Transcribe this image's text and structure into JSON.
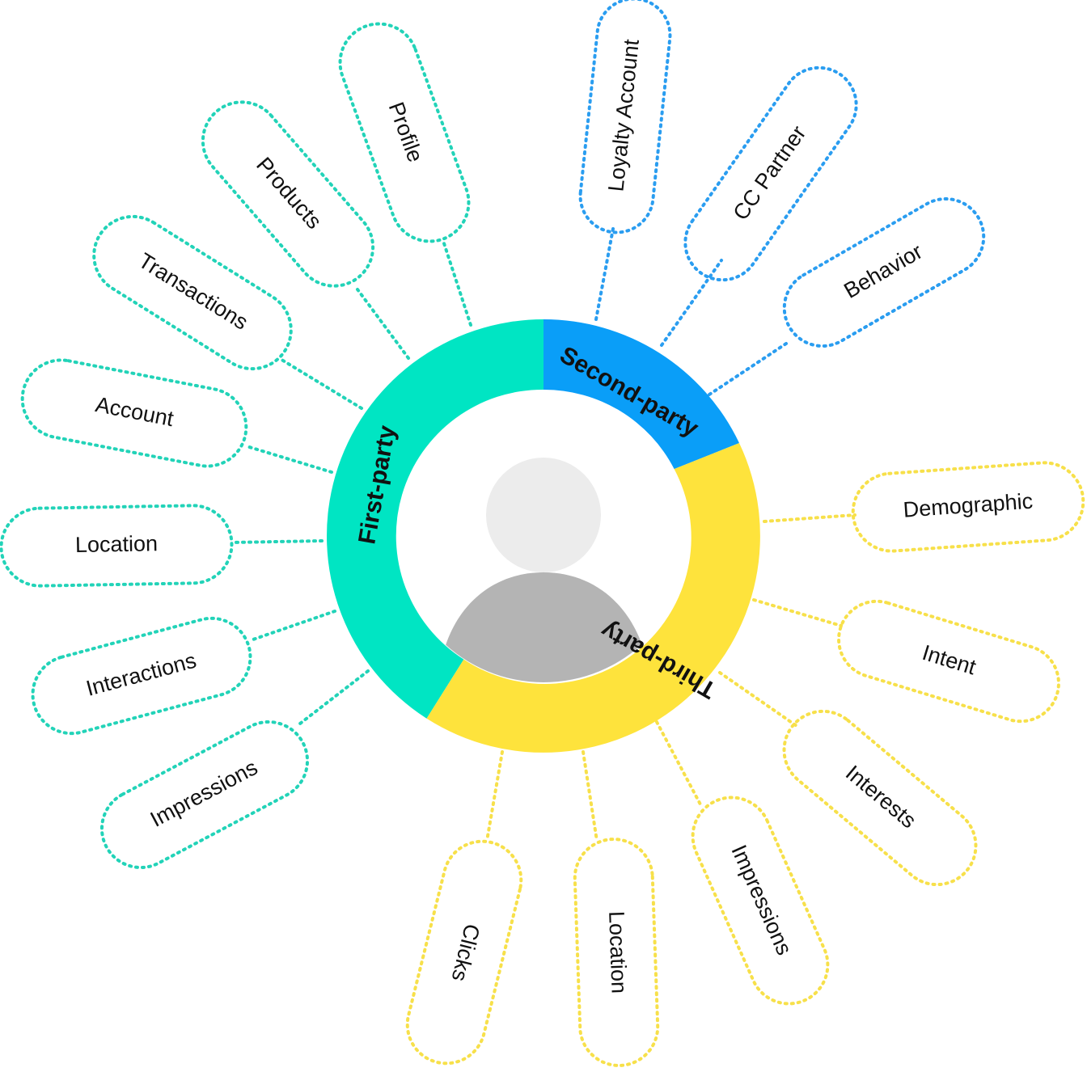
{
  "colors": {
    "first": "#00e5c3",
    "second": "#0a9ef8",
    "third": "#fee33c",
    "pill_first": "#22d3b8",
    "pill_second": "#2a9df0",
    "pill_third": "#f7e04a",
    "avatar_head": "#ececec",
    "avatar_body": "#b4b4b4"
  },
  "segments": [
    {
      "id": "first",
      "label": "First-party"
    },
    {
      "id": "second",
      "label": "Second-party"
    },
    {
      "id": "third",
      "label": "Third-party"
    }
  ],
  "groups": {
    "first": [
      "Profile",
      "Products",
      "Transactions",
      "Account",
      "Location",
      "Interactions",
      "Impressions"
    ],
    "second": [
      "Loyalty Account",
      "CC Partner",
      "Behavior"
    ],
    "third": [
      "Demographic",
      "Intent",
      "Interests",
      "Impressions",
      "Location",
      "Clicks"
    ]
  },
  "icons": {
    "center": "user-avatar-icon"
  }
}
